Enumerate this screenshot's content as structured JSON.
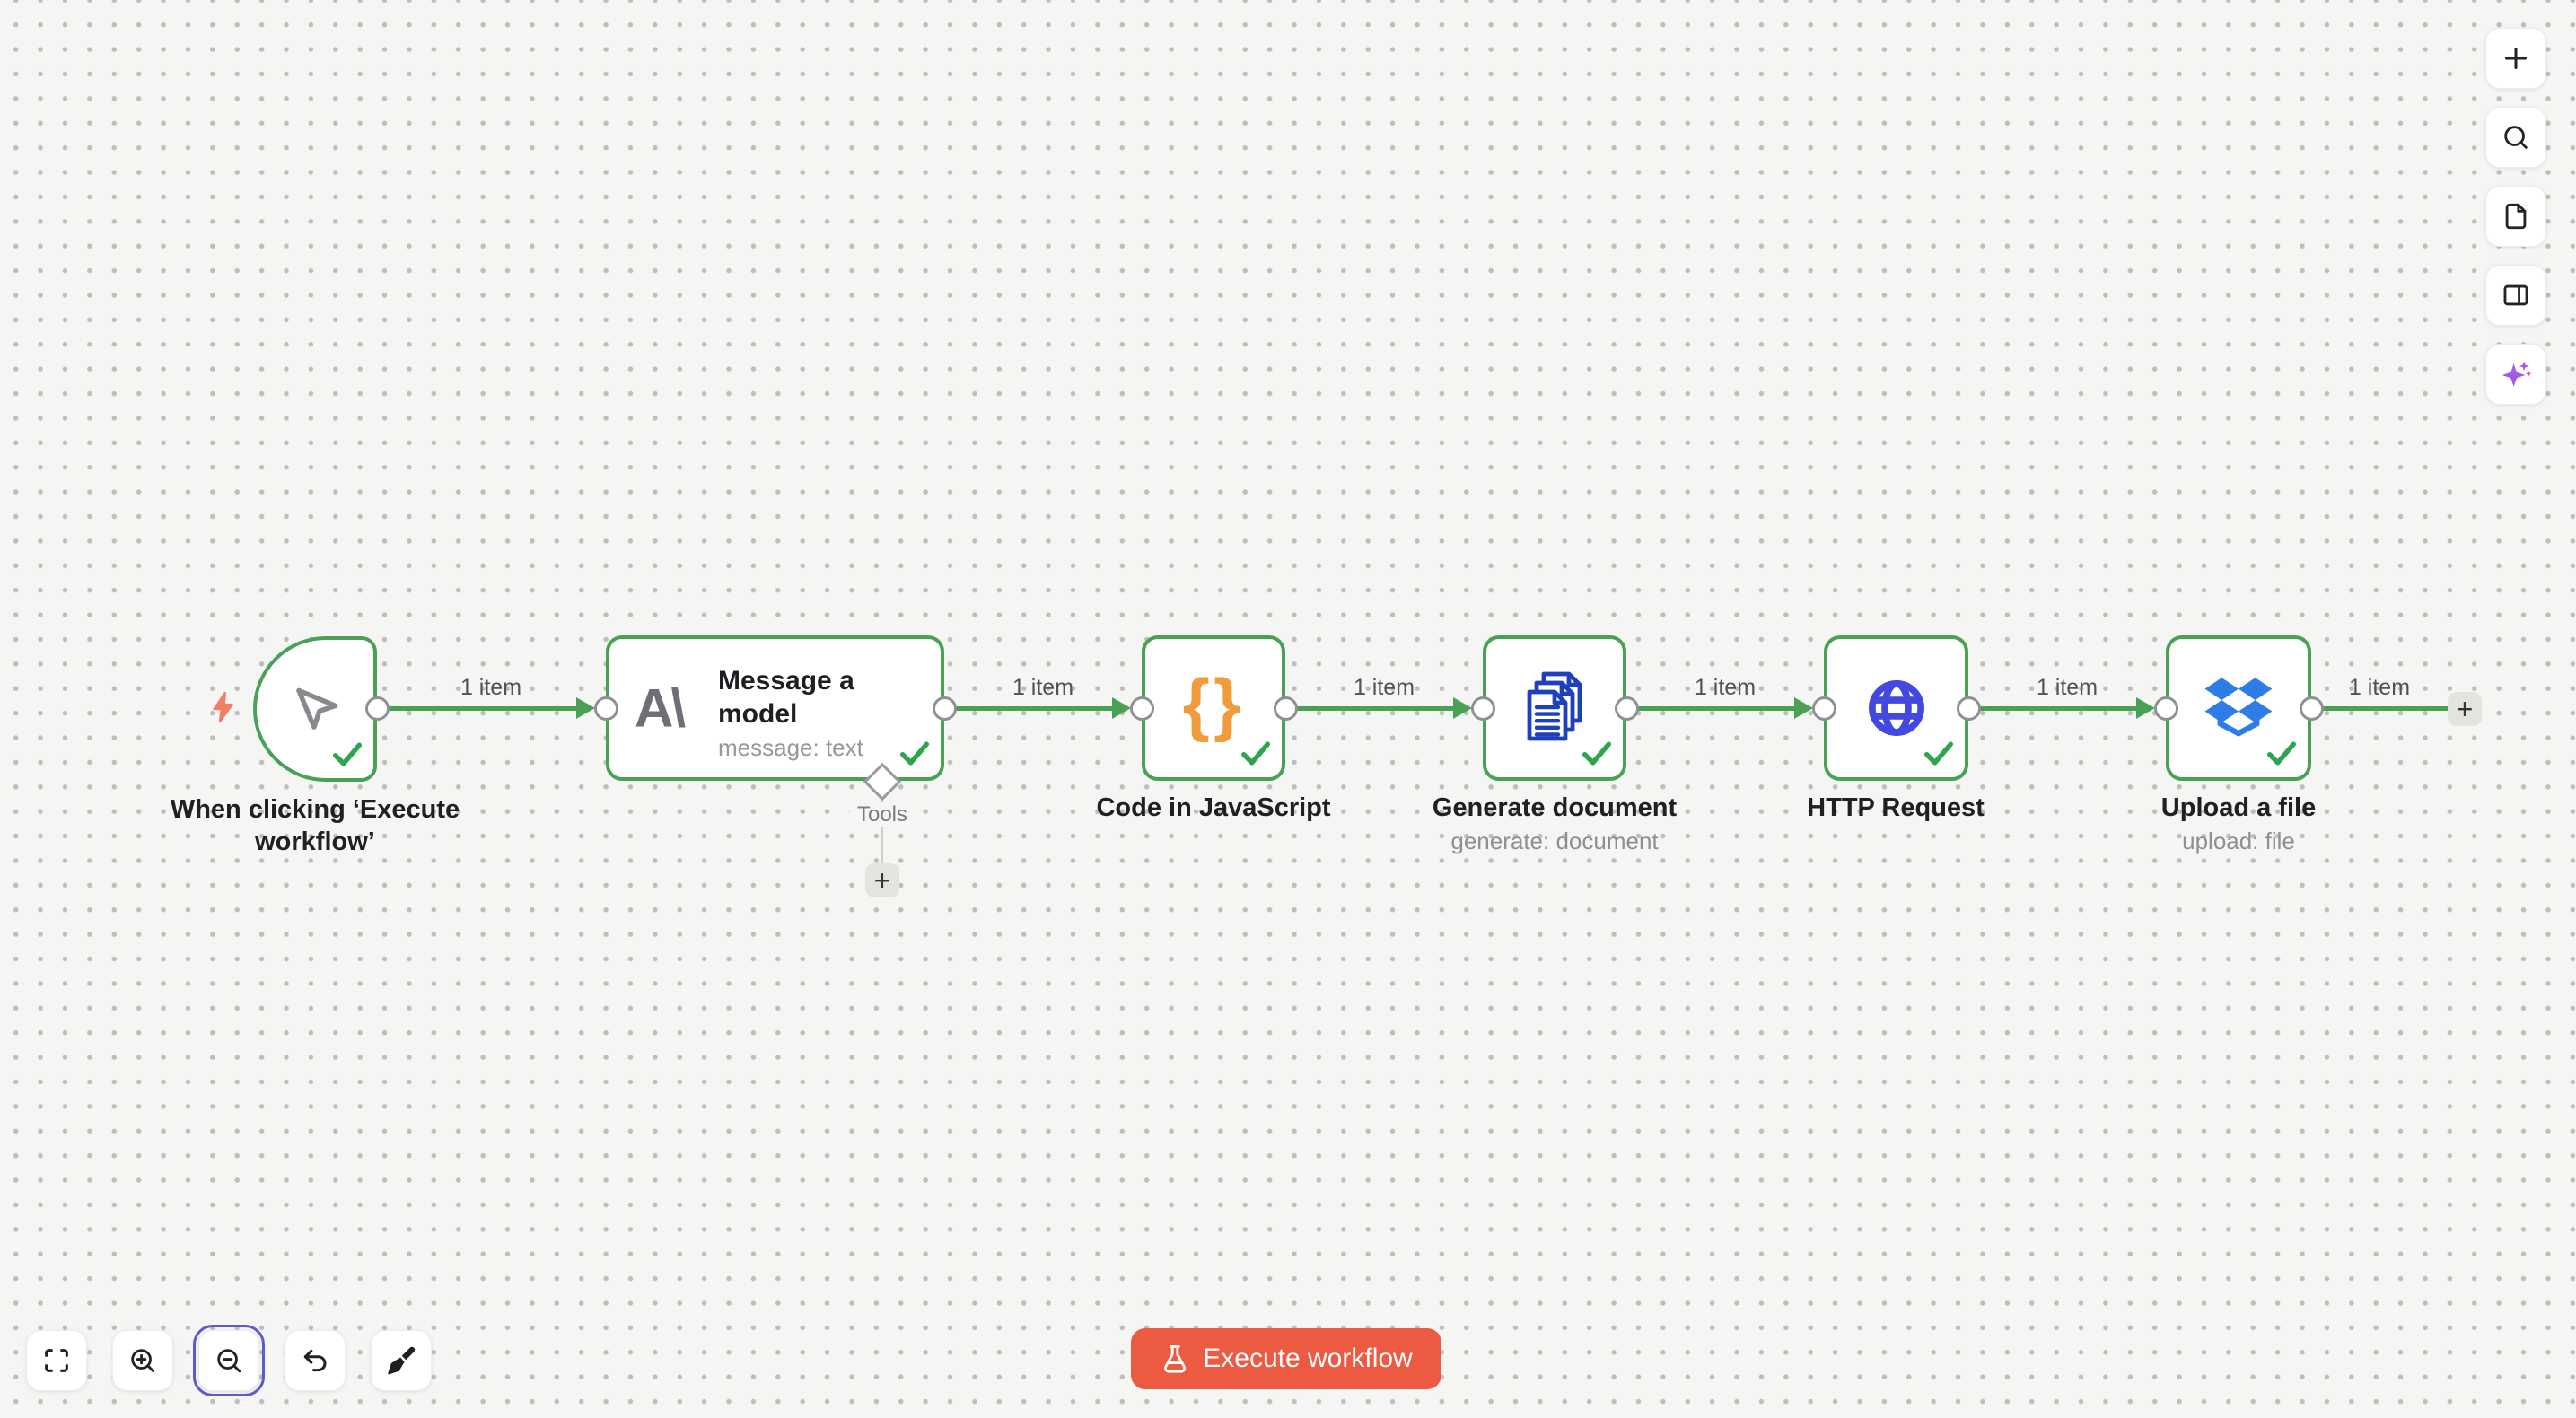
{
  "workflow": {
    "nodes": [
      {
        "name": "When clicking ‘Execute workflow’",
        "type": "manual-trigger",
        "status": "success"
      },
      {
        "name": "Message a model",
        "subtitle": "message: text",
        "type": "anthropic-chat-model",
        "status": "success",
        "logo_text": "A\\"
      },
      {
        "name": "Code in JavaScript",
        "type": "code",
        "status": "success",
        "icon_text": "{}"
      },
      {
        "name": "Generate document",
        "subtitle": "generate: document",
        "type": "document-generate",
        "status": "success"
      },
      {
        "name": "HTTP Request",
        "type": "http-request",
        "status": "success"
      },
      {
        "name": "Upload a file",
        "subtitle": "upload: file",
        "type": "dropbox",
        "status": "success"
      }
    ],
    "connections": [
      {
        "label": "1 item"
      },
      {
        "label": "1 item"
      },
      {
        "label": "1 item"
      },
      {
        "label": "1 item"
      },
      {
        "label": "1 item"
      },
      {
        "label": "1 item"
      }
    ],
    "tools_connector": {
      "label": "Tools",
      "add_glyph": "+"
    },
    "end_connector": {
      "add_glyph": "+"
    }
  },
  "right_toolbar": {
    "items": [
      "add-node",
      "search",
      "sticky-note",
      "toggle-panel",
      "ai-assistant"
    ]
  },
  "bottom_toolbar": {
    "items": [
      "zoom-to-fit",
      "zoom-in",
      "zoom-out",
      "undo",
      "tidy-up"
    ],
    "active": "zoom-out"
  },
  "execute": {
    "label": "Execute workflow"
  },
  "colors": {
    "canvas_bg": "#f5f5f3",
    "grid_dot": "#bdbdba",
    "success_green": "#49a156",
    "check_green": "#2ca54e",
    "execute_button": "#ec5a41",
    "focus_ring": "#5f59d1",
    "code_orange": "#f09c3c",
    "document_blue": "#1f40bd",
    "globe_blue": "#4348de",
    "dropbox_blue": "#2d7ce8",
    "trigger_bolt": "#f37e68",
    "anthropic_gray": "#6e6e76"
  }
}
